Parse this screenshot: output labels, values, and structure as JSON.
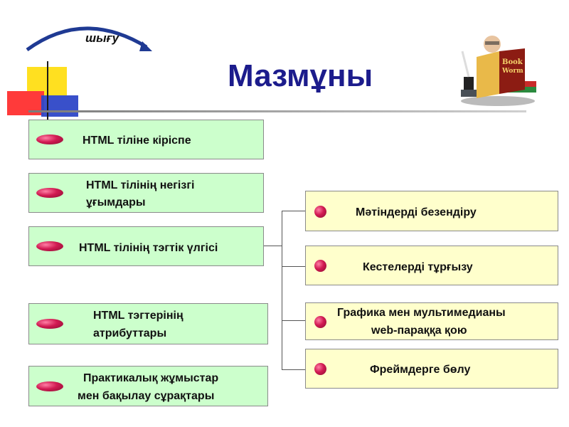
{
  "nav": {
    "exit_label": "шығу"
  },
  "header": {
    "title": "Мазмұны"
  },
  "illustration": {
    "book_title_line1": "Book",
    "book_title_line2": "Worm"
  },
  "left_items": [
    {
      "label_line1": "HTML тіліне кіріспе",
      "label_line2": ""
    },
    {
      "label_line1": "HTML тілінің негізгі",
      "label_line2": "ұғымдары"
    },
    {
      "label_line1": "HTML тілінің тэгтік үлгісі",
      "label_line2": ""
    },
    {
      "label_line1": "HTML тэгтерінің",
      "label_line2": "атрибуттары"
    },
    {
      "label_line1": "Практикалық жұмыстар",
      "label_line2": "мен бақылау сұрақтары"
    }
  ],
  "right_items": [
    {
      "label_line1": "Мәтіндерді безендіру",
      "label_line2": ""
    },
    {
      "label_line1": "Кестелерді тұрғызу",
      "label_line2": ""
    },
    {
      "label_line1": "Графика мен мультимедианы",
      "label_line2": "web-параққа қою"
    },
    {
      "label_line1": "Фреймдерге бөлу",
      "label_line2": ""
    }
  ],
  "colors": {
    "title": "#1c1c8c",
    "left_box_bg": "#ccffcc",
    "right_box_bg": "#ffffcc",
    "bullet": "#d11a52"
  }
}
